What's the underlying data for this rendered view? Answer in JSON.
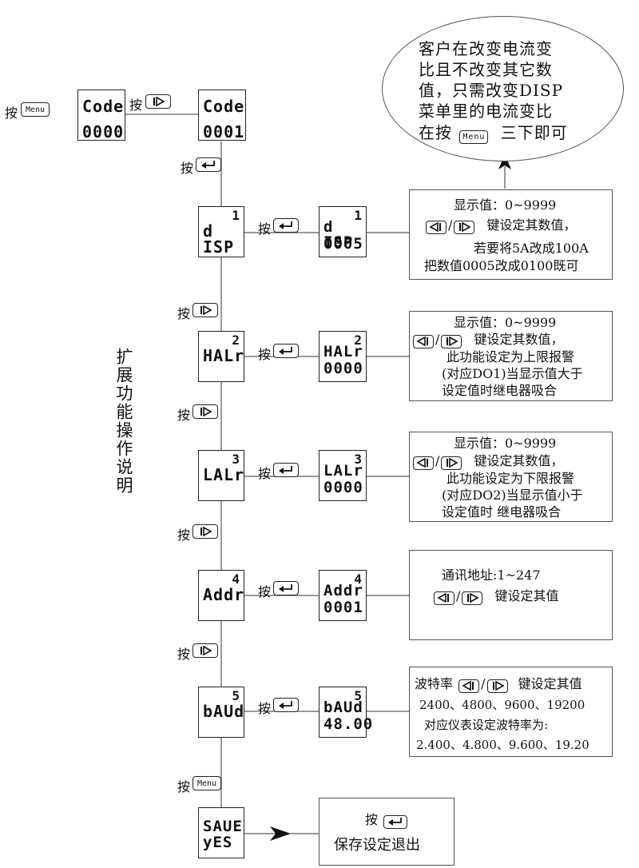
{
  "key_labels": {
    "press": "按",
    "menu": "Menu"
  },
  "side_title": "扩展功能操作说明",
  "bubble_lines": [
    "客户在改变电流变",
    "比且不改变其它数",
    "值，只需改变DISP",
    "菜单里的电流变比",
    "在按",
    "三下即可"
  ],
  "code": {
    "label": "Code",
    "value1": "0000",
    "value2": "0001"
  },
  "menus": [
    {
      "id": "disp",
      "label": "d ISP",
      "index": "1",
      "value": "0005"
    },
    {
      "id": "halr",
      "label": "HALr",
      "index": "2",
      "value": "0000"
    },
    {
      "id": "lalr",
      "label": "LALr",
      "index": "3",
      "value": "0000"
    },
    {
      "id": "addr",
      "label": "Addr",
      "index": "4",
      "value": "0001"
    },
    {
      "id": "baud",
      "label": "bAUd",
      "index": "5",
      "value": "48.00"
    }
  ],
  "save": {
    "l1": "SAUE",
    "l2": "yES"
  },
  "notes": {
    "disp": [
      "显示值：0~9999",
      "键设定其数值，",
      "若要将5A改成100A",
      "把数值0005改成0100既可"
    ],
    "halr": [
      "显示值：0~9999",
      "键设定其数值，",
      "此功能设定为上限报警",
      "(对应DO1)当显示值大于",
      "设定值时继电器吸合"
    ],
    "lalr": [
      "显示值：0~9999",
      "键设定其数值，",
      "此功能设定为下限报警",
      "(对应DO2)当显示值小于",
      "设定值时 继电器吸合"
    ],
    "addr": [
      "通讯地址:1~247",
      "键设定其值"
    ],
    "baud": [
      "波特率",
      "键设定其值",
      "2400、4800、9600、19200",
      "对应仪表设定波特率为:",
      "2.400、4.800、9.600、19.20"
    ],
    "save": [
      "按",
      "保存设定退出"
    ]
  }
}
